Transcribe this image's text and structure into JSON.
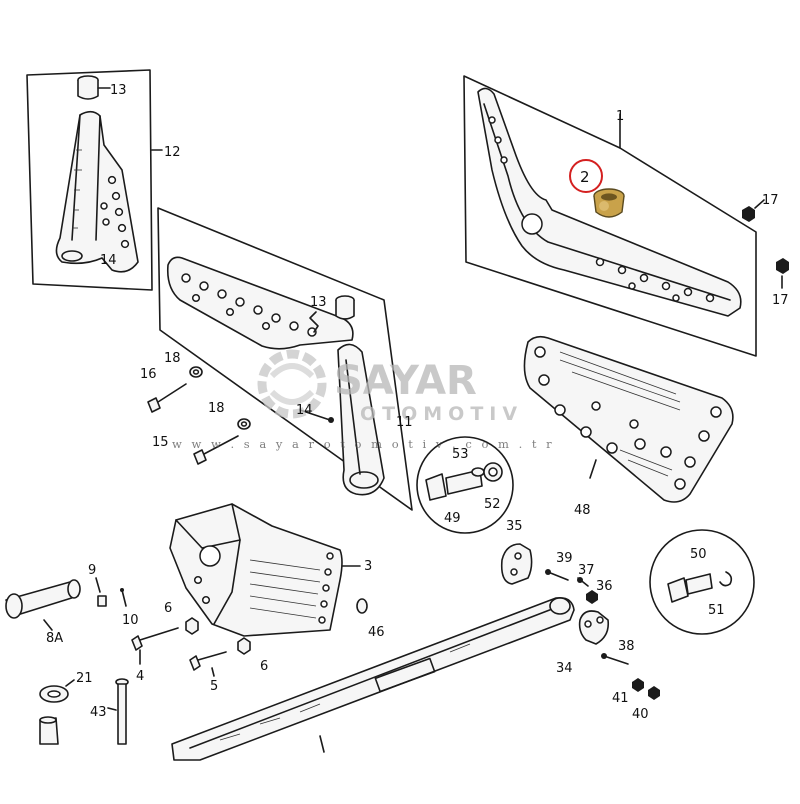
{
  "diagram": {
    "part_labels": {
      "p1": "1",
      "p2": "2",
      "p3": "3",
      "p4": "4",
      "p5": "5",
      "p6a": "6",
      "p6b": "6",
      "p8a": "8A",
      "p9": "9",
      "p10": "10",
      "p11": "11",
      "p12": "12",
      "p13a": "13",
      "p13b": "13",
      "p14a": "14",
      "p14b": "14",
      "p15": "15",
      "p16": "16",
      "p17a": "17",
      "p17b": "17",
      "p18a": "18",
      "p18b": "18",
      "p21": "21",
      "p34": "34",
      "p35": "35",
      "p36": "36",
      "p37": "37",
      "p38": "38",
      "p39": "39",
      "p40": "40",
      "p41": "41",
      "p43": "43",
      "p46": "46",
      "p48": "48",
      "p49": "49",
      "p50": "50",
      "p51": "51",
      "p52": "52",
      "p53": "53"
    },
    "highlighted_part": "2",
    "highlight_color": "#d42020",
    "bushing_color": "#c9a24a"
  },
  "watermark": {
    "brand_top": "SAYAR",
    "brand_bottom": "OTOMOTIV",
    "url": "w w w . s a y a r o t o m o t i v . c o m . t r",
    "logo": "sayar-gear-logo"
  }
}
